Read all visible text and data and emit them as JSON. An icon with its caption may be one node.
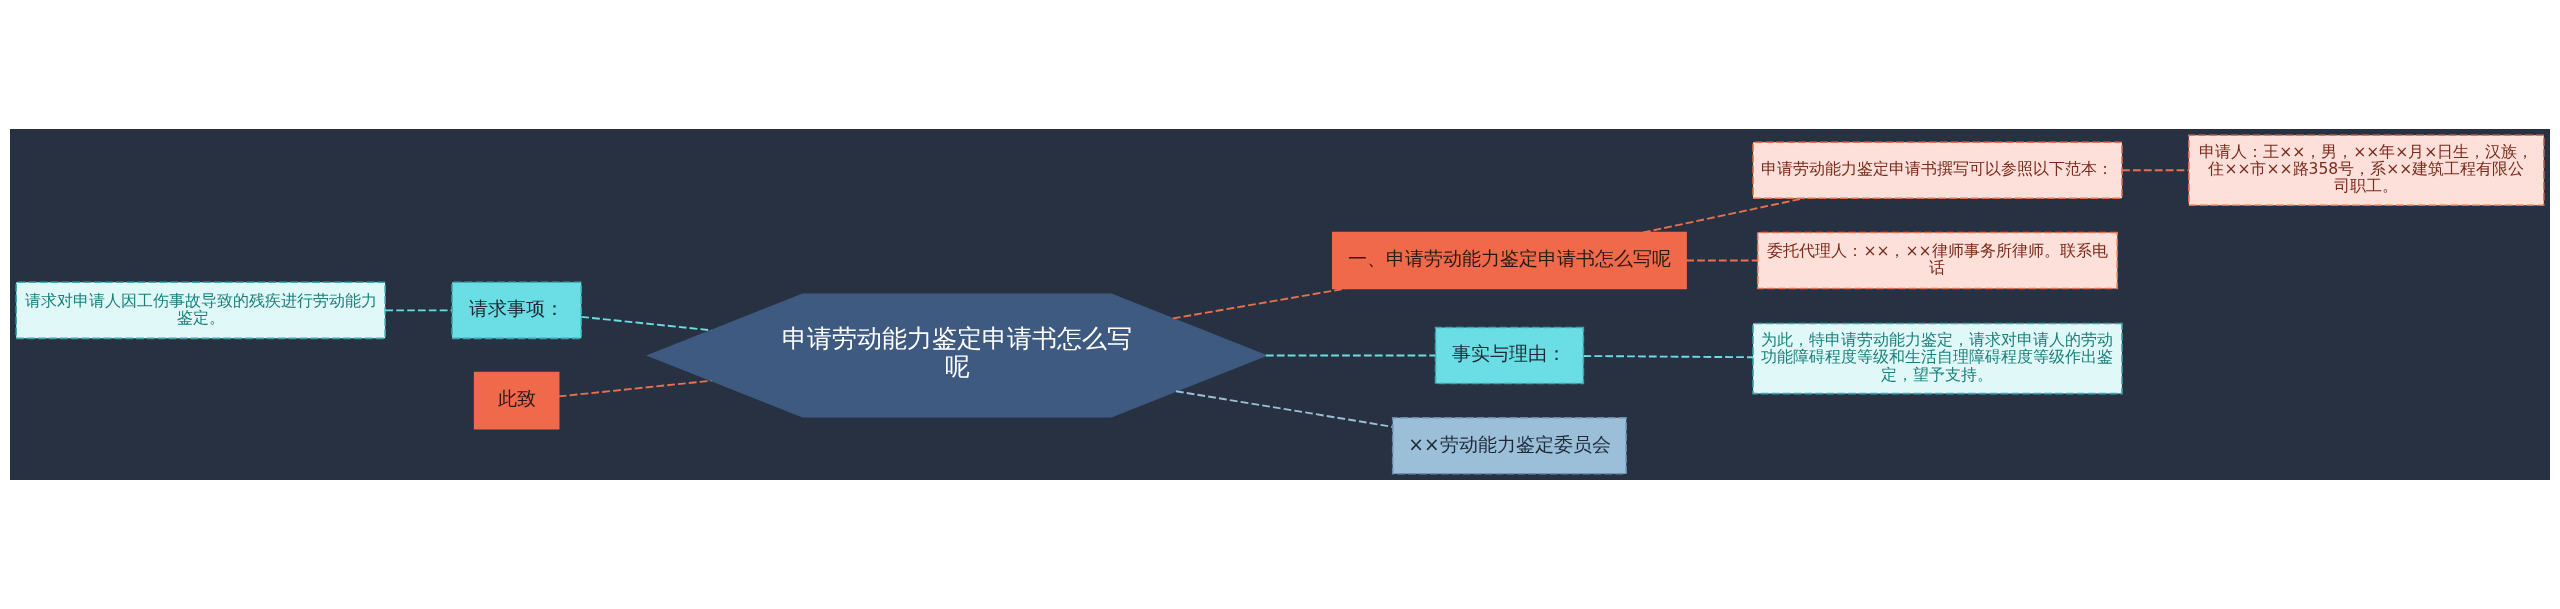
{
  "diagram": {
    "nodes": [
      {
        "text": [
          "申请劳动能力鉴定申请书怎么写呢"
        ]
      },
      {
        "text": [
          "一、申请劳动能力鉴定申请书怎么写呢"
        ]
      },
      {
        "text": [
          "申请劳动能力鉴定申请书撰写可以参照以下范本："
        ]
      },
      {
        "text": [
          "申请人：王××，男，××年×月×日生，汉族，住××市××路358号，系××建筑工程有限公司职工。"
        ]
      },
      {
        "text": [
          "委托代理人：××，××律师事务所律师。联系电话"
        ]
      },
      {
        "text": [
          "事实与理由："
        ]
      },
      {
        "text": [
          "为此，特申请劳动能力鉴定，请求对申请人的劳动功能障碍程度等级和生活自理障碍程度等级作出鉴定，望予支持。"
        ]
      },
      {
        "text": [
          "××劳动能力鉴定委员会"
        ]
      },
      {
        "text": [
          "请求事项："
        ]
      },
      {
        "text": [
          "请求对申请人因工伤事故导致的残疾进行劳动能力鉴定。"
        ]
      },
      {
        "text": [
          "此致"
        ]
      }
    ],
    "edges": [
      {
        "from": 0,
        "to": 1,
        "arrow": "none",
        "style": "dashed",
        "color": "#e8704f"
      },
      {
        "from": 1,
        "to": 2,
        "arrow": "none",
        "style": "dashed",
        "color": "#e8704f"
      },
      {
        "from": 2,
        "to": 3,
        "arrow": "none",
        "style": "dashed",
        "color": "#e8704f"
      },
      {
        "from": 1,
        "to": 4,
        "arrow": "none",
        "style": "dashed",
        "color": "#e8704f"
      },
      {
        "from": 0,
        "to": 5,
        "arrow": "none",
        "style": "dashed",
        "color": "#6bdde4"
      },
      {
        "from": 5,
        "to": 6,
        "arrow": "none",
        "style": "dashed",
        "color": "#6bdde4"
      },
      {
        "from": 0,
        "to": 7,
        "arrow": "none",
        "style": "dashed",
        "color": "#9bbfd8"
      },
      {
        "from": 0,
        "to": 8,
        "arrow": "none",
        "style": "dashed",
        "color": "#6bdde4"
      },
      {
        "from": 8,
        "to": 9,
        "arrow": "none",
        "style": "dashed",
        "color": "#6bdde4"
      },
      {
        "from": 0,
        "to": 10,
        "arrow": "none",
        "style": "dashed",
        "color": "#e8704f"
      }
    ]
  }
}
